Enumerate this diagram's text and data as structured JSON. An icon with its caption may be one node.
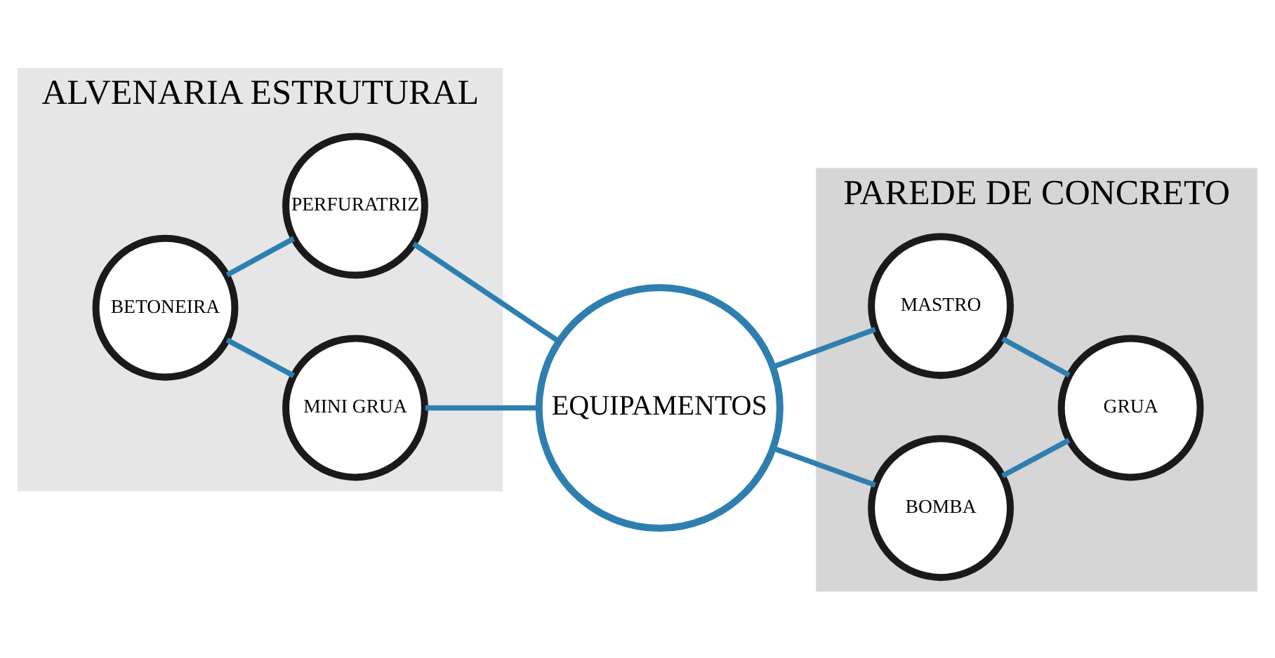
{
  "diagram": {
    "nodes": [
      {
        "text": [
          "ALVENARIA ESTRUTURAL"
        ]
      },
      {
        "text": [
          "MINI GRUA"
        ],
        "in": 0
      },
      {
        "text": [
          "BETONEIRA"
        ],
        "in": 0
      },
      {
        "text": [
          "PERFURATRIZ"
        ],
        "in": 0
      },
      {
        "text": [
          "EQUIPAMENTOS"
        ]
      },
      {
        "text": [
          "PAREDE DE CONCRETO"
        ]
      },
      {
        "text": [
          "MASTRO"
        ],
        "in": 5
      },
      {
        "text": [
          "GRUA"
        ],
        "in": 5
      },
      {
        "text": [
          "BOMBA"
        ],
        "in": 5
      }
    ],
    "edges": [
      {
        "from": 2,
        "to": 1,
        "arrow": "none"
      },
      {
        "from": 2,
        "to": 3,
        "arrow": "none"
      },
      {
        "from": 1,
        "to": 4,
        "arrow": "none"
      },
      {
        "from": 3,
        "to": 4,
        "arrow": "none"
      },
      {
        "from": 4,
        "to": 6,
        "arrow": "none"
      },
      {
        "from": 4,
        "to": 8,
        "arrow": "none"
      },
      {
        "from": 6,
        "to": 7,
        "arrow": "none"
      },
      {
        "from": 8,
        "to": 7,
        "arrow": "none"
      }
    ]
  }
}
